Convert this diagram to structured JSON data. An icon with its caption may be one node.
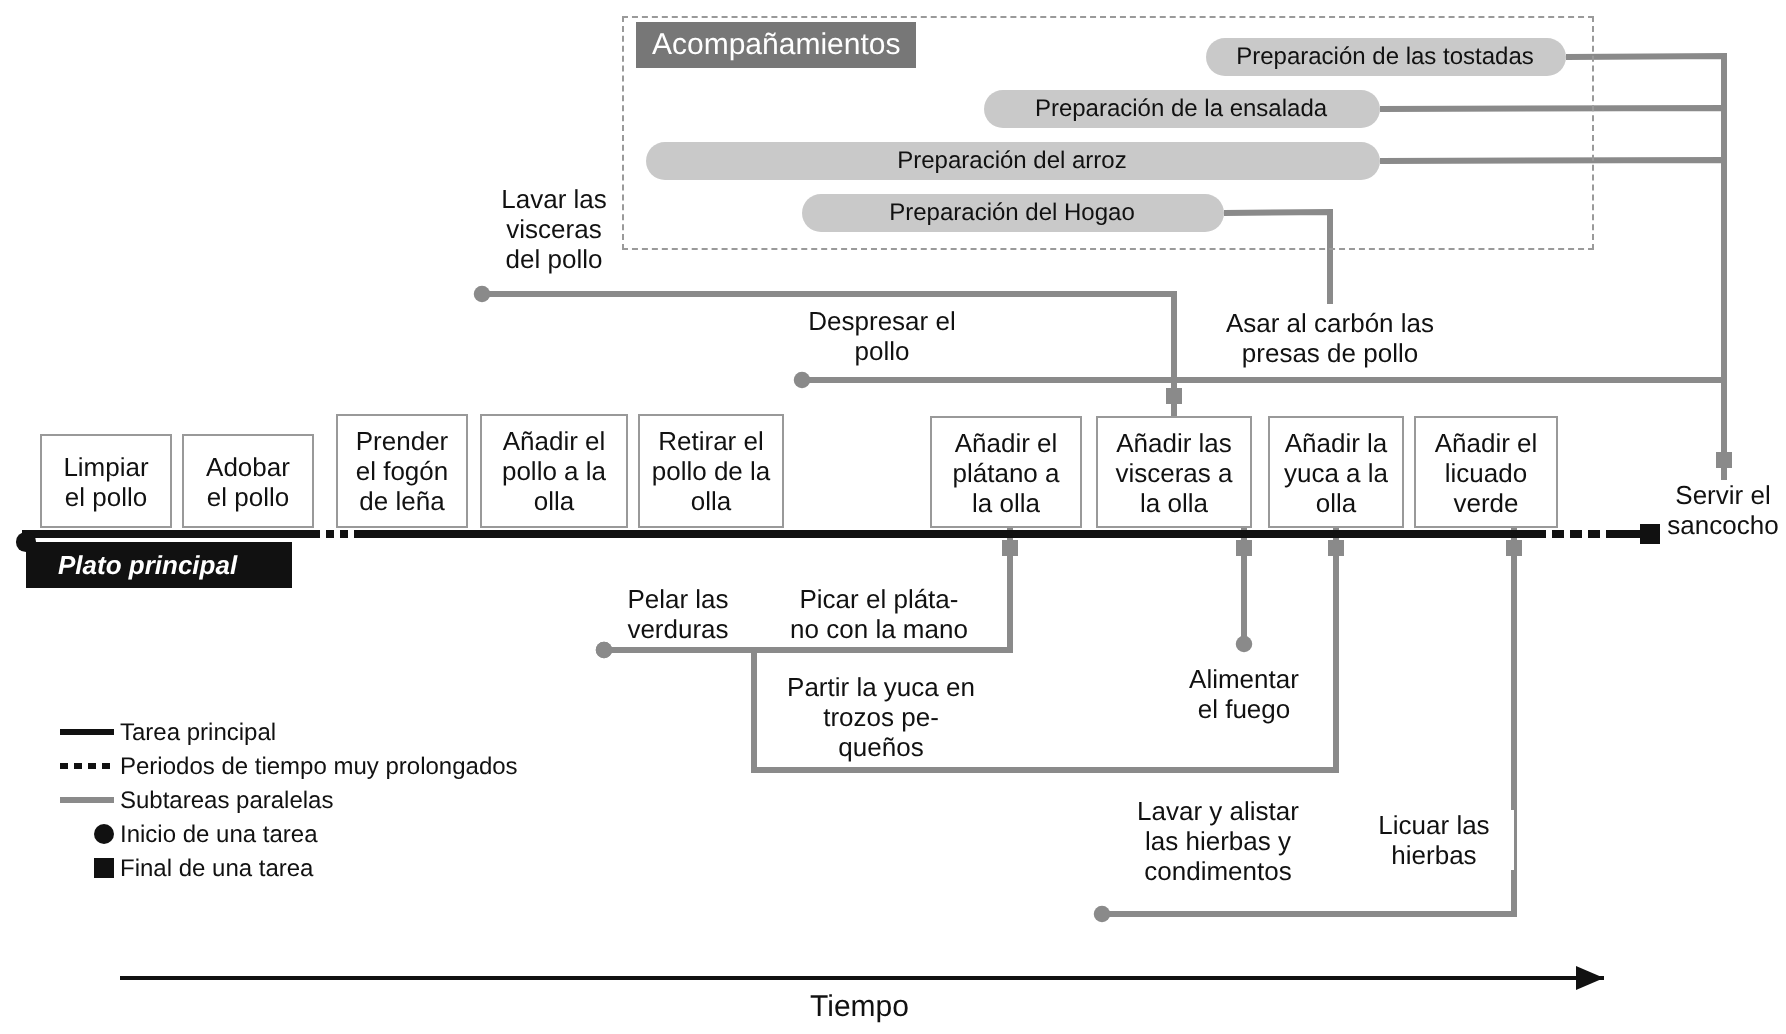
{
  "diagram": {
    "nodes": [
      {
        "text": [
          "Acompañamientos"
        ]
      },
      {
        "text": [
          "Preparación de las tostadas"
        ],
        "in": 0
      },
      {
        "text": [
          "Preparación de la ensalada"
        ],
        "in": 0
      },
      {
        "text": [
          "Preparación del arroz"
        ],
        "in": 0
      },
      {
        "text": [
          "Preparación del Hogao"
        ],
        "in": 0
      },
      {
        "text": [
          "Lavar las visceras del pollo"
        ]
      },
      {
        "text": [
          "Despresar el pollo"
        ]
      },
      {
        "text": [
          "Asar al carbón las presas de pollo"
        ]
      },
      {
        "text": [
          "Limpiar el pollo"
        ]
      },
      {
        "text": [
          "Adobar el pollo"
        ]
      },
      {
        "text": [
          "Prender el fogón de leña"
        ]
      },
      {
        "text": [
          "Añadir el pollo a la olla"
        ]
      },
      {
        "text": [
          "Retirar el pollo de la olla"
        ]
      },
      {
        "text": [
          "Añadir el plátano a la olla"
        ]
      },
      {
        "text": [
          "Añadir las visceras a la olla"
        ]
      },
      {
        "text": [
          "Añadir la yuca a la olla"
        ]
      },
      {
        "text": [
          "Añadir el licuado verde"
        ]
      },
      {
        "text": [
          "Servir el sancocho"
        ]
      },
      {
        "text": [
          "Plato principal"
        ]
      },
      {
        "text": [
          "Pelar las verduras"
        ]
      },
      {
        "text": [
          "Alimentar el fuego"
        ]
      },
      {
        "text": [
          "Lavar y alistar las hierbas y condimentos"
        ]
      }
    ],
    "edges": [
      {
        "from": 1,
        "to": 17,
        "arrow": "other"
      },
      {
        "from": 2,
        "to": 17,
        "arrow": "other"
      },
      {
        "from": 3,
        "to": 17,
        "arrow": "other"
      },
      {
        "from": 6,
        "to": 17,
        "arrow": "other"
      },
      {
        "from": 4,
        "to": 7,
        "arrow": "none"
      },
      {
        "from": 5,
        "to": 14,
        "arrow": "other"
      },
      {
        "from": 19,
        "to": 13,
        "arrow": "other",
        "label": "Picar el pláta- no con la mano"
      },
      {
        "from": 19,
        "to": 15,
        "arrow": "other",
        "label": "Partir la yuca en trozos pe- queños"
      },
      {
        "from": 20,
        "to": 14,
        "arrow": "other"
      },
      {
        "from": 21,
        "to": 16,
        "arrow": "other",
        "label": "Licuar las hierbas"
      },
      {
        "from": 18,
        "to": 17,
        "arrow": "other",
        "color": "#111111"
      }
    ],
    "labels": [
      "Tiempo"
    ],
    "legend": [
      {
        "text": "Tarea principal"
      },
      {
        "text": "Periodos de tiempo muy prolongados"
      },
      {
        "text": "Subtareas paralelas"
      },
      {
        "text": "Inicio de una tarea"
      },
      {
        "text": "Final de una tarea"
      }
    ]
  }
}
